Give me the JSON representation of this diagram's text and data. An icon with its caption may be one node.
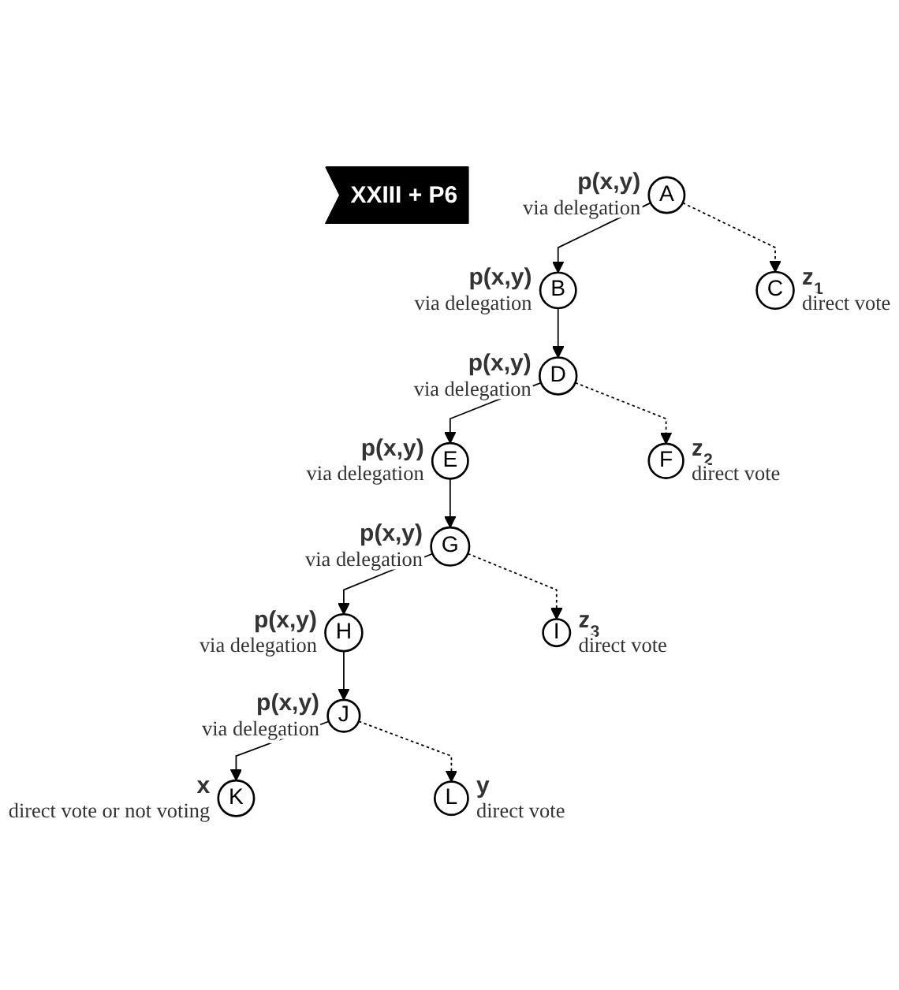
{
  "diagram": {
    "nodes": [
      {
        "text": [
          "XXIII + P6"
        ]
      },
      {
        "text": [
          "A"
        ],
        "beside": [
          "p(x,y)",
          "via delegation"
        ]
      },
      {
        "text": [
          "B"
        ],
        "beside": [
          "p(x,y)",
          "via delegation"
        ]
      },
      {
        "text": [
          "C"
        ],
        "beside": [
          "z$_{1}$",
          "direct vote"
        ]
      },
      {
        "text": [
          "D"
        ],
        "beside": [
          "p(x,y)",
          "via delegation"
        ]
      },
      {
        "text": [
          "E"
        ],
        "beside": [
          "p(x,y)",
          "via delegation"
        ]
      },
      {
        "text": [
          "F"
        ],
        "beside": [
          "z$_{2}$",
          "direct vote"
        ]
      },
      {
        "text": [
          "G"
        ],
        "beside": [
          "p(x,y)",
          "via delegation"
        ]
      },
      {
        "text": [
          "H"
        ],
        "beside": [
          "p(x,y)",
          "via delegation"
        ]
      },
      {
        "text": [
          "I"
        ],
        "beside": [
          "z$_{3}$",
          "direct vote"
        ]
      },
      {
        "text": [
          "J"
        ],
        "beside": [
          "p(x,y)",
          "via delegation"
        ]
      },
      {
        "text": [
          "K"
        ],
        "beside": [
          "x",
          "direct vote or not voting"
        ]
      },
      {
        "text": [
          "L"
        ],
        "beside": [
          "y",
          "direct vote"
        ]
      }
    ],
    "edges": [
      {
        "from": 1,
        "to": 2,
        "arrow": "to"
      },
      {
        "from": 1,
        "to": 3,
        "arrow": "to",
        "style": "dashed"
      },
      {
        "from": 2,
        "to": 4,
        "arrow": "to"
      },
      {
        "from": 4,
        "to": 5,
        "arrow": "to"
      },
      {
        "from": 4,
        "to": 6,
        "arrow": "to",
        "style": "dashed"
      },
      {
        "from": 5,
        "to": 7,
        "arrow": "to"
      },
      {
        "from": 7,
        "to": 8,
        "arrow": "to"
      },
      {
        "from": 7,
        "to": 9,
        "arrow": "to",
        "style": "dashed"
      },
      {
        "from": 8,
        "to": 10,
        "arrow": "to"
      },
      {
        "from": 10,
        "to": 11,
        "arrow": "to"
      },
      {
        "from": 10,
        "to": 12,
        "arrow": "to",
        "style": "dashed"
      }
    ]
  }
}
